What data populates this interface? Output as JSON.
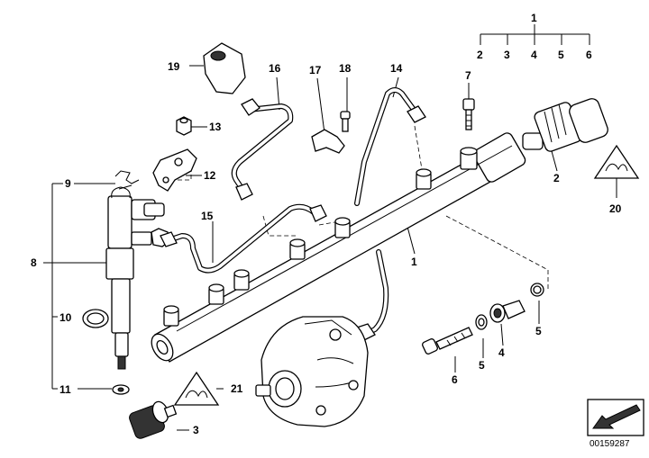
{
  "callouts": [
    {
      "id": "c1",
      "text": "1"
    },
    {
      "id": "c1b",
      "text": "1"
    },
    {
      "id": "c2",
      "text": "2"
    },
    {
      "id": "c2b",
      "text": "2"
    },
    {
      "id": "c3",
      "text": "3"
    },
    {
      "id": "c3b",
      "text": "3"
    },
    {
      "id": "c4",
      "text": "4"
    },
    {
      "id": "c4b",
      "text": "4"
    },
    {
      "id": "c5",
      "text": "5"
    },
    {
      "id": "c5b",
      "text": "5"
    },
    {
      "id": "c5c",
      "text": "5"
    },
    {
      "id": "c6",
      "text": "6"
    },
    {
      "id": "c6b",
      "text": "6"
    },
    {
      "id": "c7",
      "text": "7"
    },
    {
      "id": "c8",
      "text": "8"
    },
    {
      "id": "c9",
      "text": "9"
    },
    {
      "id": "c10",
      "text": "10"
    },
    {
      "id": "c11",
      "text": "11"
    },
    {
      "id": "c12",
      "text": "12"
    },
    {
      "id": "c13",
      "text": "13"
    },
    {
      "id": "c14",
      "text": "14"
    },
    {
      "id": "c15",
      "text": "15"
    },
    {
      "id": "c16",
      "text": "16"
    },
    {
      "id": "c17",
      "text": "17"
    },
    {
      "id": "c18",
      "text": "18"
    },
    {
      "id": "c19",
      "text": "19"
    },
    {
      "id": "c20",
      "text": "20"
    },
    {
      "id": "c21",
      "text": "21"
    }
  ],
  "image_reference": "00159287",
  "colors": {
    "line": "#000000",
    "background": "#ffffff",
    "shade": "#333333"
  },
  "icons": [
    "warning-triangle-icon",
    "navigation-arrow-icon"
  ]
}
